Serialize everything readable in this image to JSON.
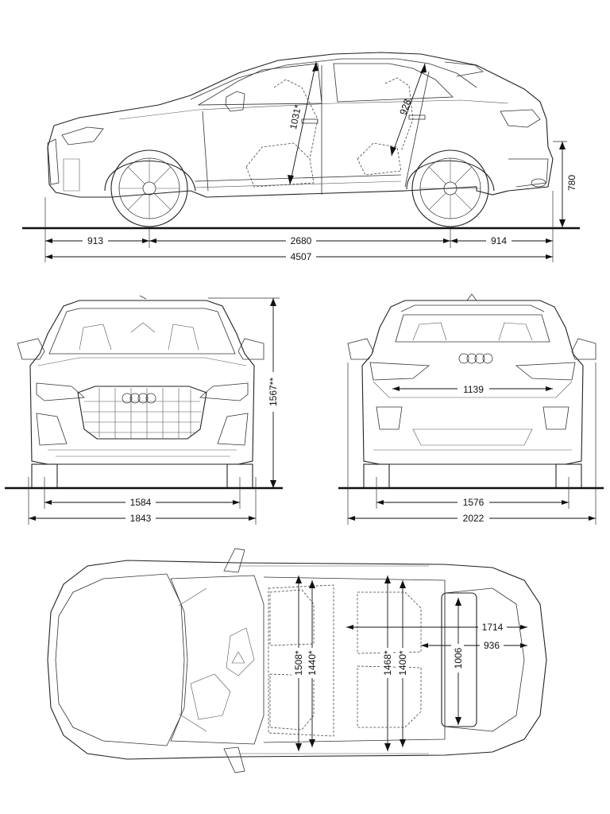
{
  "side_view": {
    "front_overhang": "913",
    "wheelbase": "2680",
    "rear_overhang": "914",
    "overall_length": "4507",
    "height_label": "780",
    "front_headroom": "1031*",
    "rear_headroom": "928"
  },
  "front_view": {
    "front_track": "1584",
    "overall_width": "1843",
    "overall_height": "1567**"
  },
  "rear_view": {
    "rear_track": "1576",
    "width_with_mirrors": "2022",
    "loading_width": "1139"
  },
  "top_view": {
    "front_shoulder_width": "1508*",
    "front_elbow_width": "1440*",
    "rear_shoulder_width": "1468*",
    "rear_elbow_width": "1400*",
    "luggage_length_seats_folded": "1714",
    "luggage_length": "936",
    "luggage_width": "1006"
  }
}
